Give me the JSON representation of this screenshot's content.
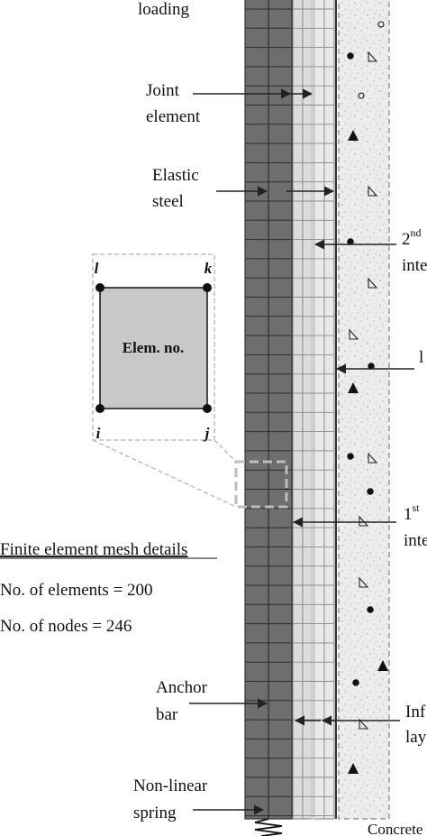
{
  "labels": {
    "loading": "loading",
    "joint_element": [
      "Joint",
      "element"
    ],
    "elastic_steel": [
      "Elastic",
      "steel"
    ],
    "second_interface": {
      "main": "2",
      "sup": "nd",
      "line2": "inte"
    },
    "layer_l": "l",
    "first_interface": {
      "main": "1",
      "sup": "st",
      "line2": "inte"
    },
    "anchor_bar": [
      "Anchor",
      "bar"
    ],
    "infill_layer": [
      "Inf",
      "lay"
    ],
    "non_linear_spring": [
      "Non-linear",
      "spring"
    ],
    "concrete": "Concrete"
  },
  "element_detail": {
    "title": "Elem. no.",
    "nodes": {
      "top_left": "l",
      "top_right": "k",
      "bottom_left": "i",
      "bottom_right": "j"
    }
  },
  "mesh_details": {
    "title": "Finite element mesh details",
    "elements": "No. of elements = 200",
    "nodes": "No. of nodes = 246"
  },
  "colors": {
    "anchor_bar": "#6e6e6e",
    "steel_layer": "#dcdcdc",
    "steel_layer_light": "#e9e9e9",
    "concrete": "#ececec",
    "element_fill": "#c8c8c8",
    "dashed_outline": "#bdbdbd",
    "line": "#222222"
  }
}
